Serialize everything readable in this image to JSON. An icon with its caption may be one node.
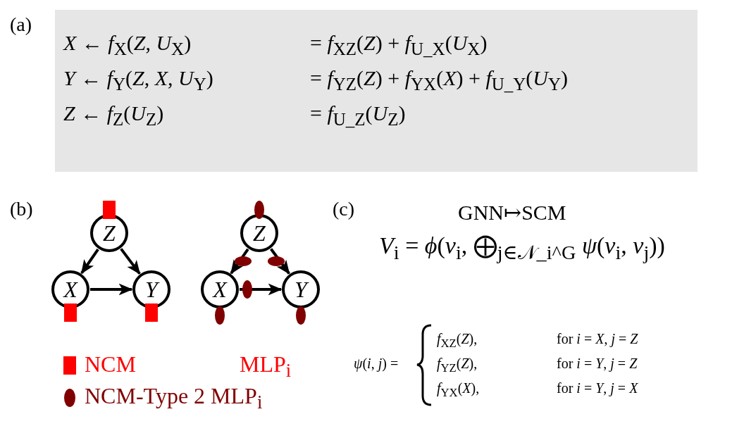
{
  "diagram": {
    "nodes": [
      {
        "text": [
          "Z"
        ]
      },
      {
        "text": [
          "X"
        ]
      },
      {
        "text": [
          "Y"
        ]
      },
      {
        "text": [
          "Z"
        ]
      },
      {
        "text": [
          "X"
        ]
      },
      {
        "text": [
          "Y"
        ]
      }
    ],
    "edges": [
      {
        "from": 0,
        "to": 1,
        "arrow": "to"
      },
      {
        "from": 0,
        "to": 2,
        "arrow": "to"
      },
      {
        "from": 1,
        "to": 2,
        "arrow": "to"
      },
      {
        "from": 3,
        "to": 4,
        "arrow": "to"
      },
      {
        "from": 3,
        "to": 5,
        "arrow": "to"
      },
      {
        "from": 4,
        "to": 5,
        "arrow": "to"
      }
    ],
    "labels": [
      "(a)",
      "*X* ← *f*$_{X}$(*Z*, *U*$_{X}$)",
      "= *f*$_{XZ}$(*Z*) + *f*$_{U_X}$(*U*$_{X}$)",
      "*Y* ← *f*$_{Y}$(*Z*, *X*, *U*$_{Y}$)",
      "= *f*$_{YZ}$(*Z*) + *f*$_{YX}$(*X*) + *f*$_{U_Y}$(*U*$_{Y}$)",
      "*Z* ← *f*$_{Z}$(*U*$_{Z}$)",
      "= *f*$_{U_Z}$(*U*$_{Z}$)",
      "(b)",
      "MLP$_{i}$",
      "(c)",
      "GNN↦SCM",
      "*V*$_{i}$ = *ϕ*(*v*$_{i}$, ⨁$_{j∈𝒩_i^G}$ *ψ*(*v*$_{i}$, *v*$_{j}$))",
      "*ψ*(*i*, *j*) =",
      "*f*$_{XZ}$(*Z*),",
      "for *i* = *X*, *j* = *Z*",
      "*f*$_{YZ}$(*Z*),",
      "for *i* = *Y*, *j* = *Z*",
      "*f*$_{YX}$(*X*),",
      "for *i* = *Y*, *j* = *X*"
    ],
    "legend": [
      {
        "text": "NCM",
        "color": "#ff0000"
      },
      {
        "text": "NCM-Type 2 MLP$_{i}$",
        "color": "#800000"
      }
    ]
  }
}
